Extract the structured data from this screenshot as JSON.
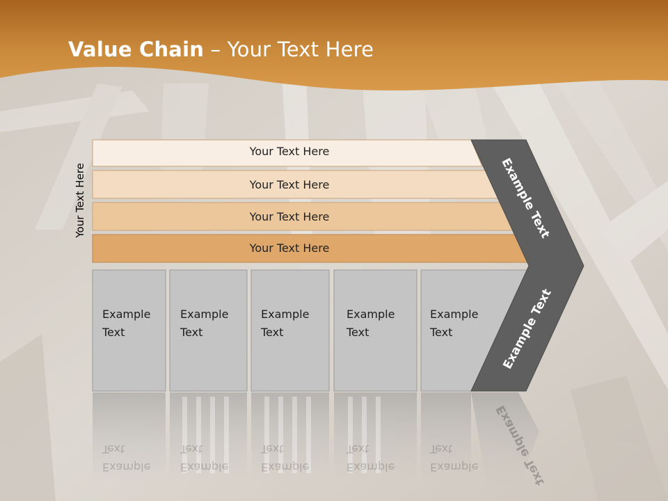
{
  "slide": {
    "title_bold": "Value Chain",
    "title_rest": " – Your Text Here",
    "side_label": "Your Text Here",
    "rows": [
      {
        "label": "Your Text Here",
        "color": "#f8eee3"
      },
      {
        "label": "Your Text Here",
        "color": "#f3dcc1"
      },
      {
        "label": "Your Text Here",
        "color": "#ecc79c"
      },
      {
        "label": "Your Text Here",
        "color": "#dfa76a"
      }
    ],
    "boxes": [
      {
        "line1": "Example",
        "line2": "Text"
      },
      {
        "line1": "Example",
        "line2": "Text"
      },
      {
        "line1": "Example",
        "line2": "Text"
      },
      {
        "line1": "Example",
        "line2": "Text"
      },
      {
        "line1": "Example",
        "line2": "Text"
      }
    ],
    "arrow_upper_label": "Example Text",
    "arrow_lower_label": "Example Text",
    "colors": {
      "header": "#c57a2a",
      "arrow": "#5f5f5f",
      "box": "#c4c4c4"
    }
  }
}
